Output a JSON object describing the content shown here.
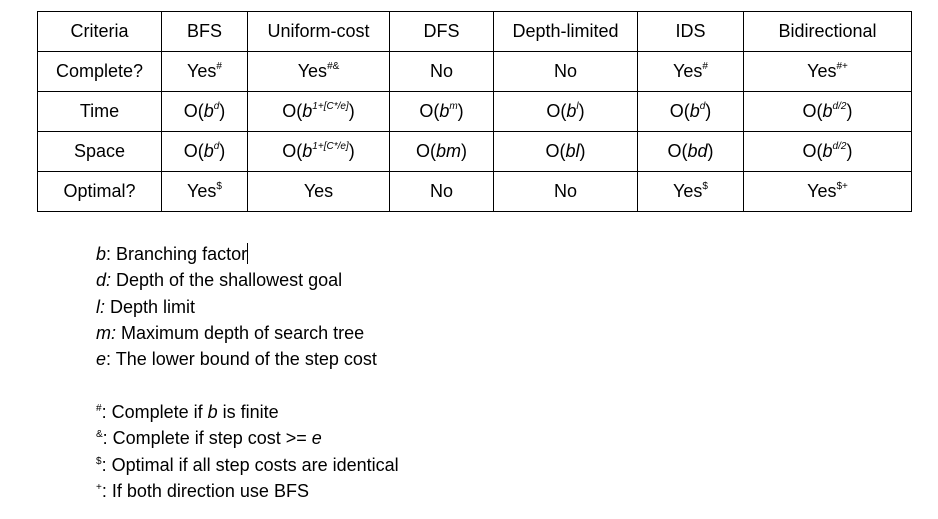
{
  "table": {
    "header": [
      "Criteria",
      "BFS",
      "Uniform-cost",
      "DFS",
      "Depth-limited",
      "IDS",
      "Bidirectional"
    ],
    "rows": [
      {
        "label": "Complete?",
        "cells": [
          {
            "t": "Yes",
            "sup": "#"
          },
          {
            "t": "Yes",
            "sup": "#&"
          },
          {
            "t": "No"
          },
          {
            "t": "No"
          },
          {
            "t": "Yes",
            "sup": "#"
          },
          {
            "t": "Yes",
            "sup": "#+"
          }
        ]
      },
      {
        "label": "Time",
        "cells": [
          {
            "pre": "O(",
            "var": "b",
            "sup": "d",
            "post": ")"
          },
          {
            "pre": "O(",
            "var": "b",
            "sup": "1+[C*/e]",
            "post": ")"
          },
          {
            "pre": "O(",
            "var": "b",
            "sup": "m",
            "post": ")"
          },
          {
            "pre": "O(",
            "var": "b",
            "sup": "l",
            "post": ")"
          },
          {
            "pre": "O(",
            "var": "b",
            "sup": "d",
            "post": ")"
          },
          {
            "pre": "O(",
            "var": "b",
            "sup": "d/2",
            "post": ")"
          }
        ]
      },
      {
        "label": "Space",
        "cells": [
          {
            "pre": "O(",
            "var": "b",
            "sup": "d",
            "post": ")"
          },
          {
            "pre": "O(",
            "var": "b",
            "sup": "1+[C*/e]",
            "post": ")"
          },
          {
            "pre": "O(",
            "var": "bm",
            "post": ")"
          },
          {
            "pre": "O(",
            "var": "bl",
            "post": ")"
          },
          {
            "pre": "O(",
            "var": "bd",
            "post": ")"
          },
          {
            "pre": "O(",
            "var": "b",
            "sup": "d/2",
            "post": ")"
          }
        ]
      },
      {
        "label": "Optimal?",
        "cells": [
          {
            "t": "Yes",
            "sup": "$"
          },
          {
            "t": "Yes"
          },
          {
            "t": "No"
          },
          {
            "t": "No"
          },
          {
            "t": "Yes",
            "sup": "$"
          },
          {
            "t": "Yes",
            "sup": "$+"
          }
        ]
      }
    ]
  },
  "legend": [
    {
      "var": "b",
      "text": ": Branching factor"
    },
    {
      "var": "d:",
      "text": " Depth of the shallowest goal"
    },
    {
      "var": "l:",
      "text": " Depth limit"
    },
    {
      "var": "m:",
      "text": " Maximum depth of search tree"
    },
    {
      "var": "e",
      "text": ": The lower bound of the step cost"
    }
  ],
  "notes": [
    {
      "sym": "#",
      "parts": [
        {
          "t": ": Complete if "
        },
        {
          "v": "b"
        },
        {
          "t": " is finite"
        }
      ]
    },
    {
      "sym": "&",
      "parts": [
        {
          "t": ": Complete if step cost >= "
        },
        {
          "v": "e"
        }
      ]
    },
    {
      "sym": "$",
      "parts": [
        {
          "t": ": Optimal if all step costs are identical"
        }
      ]
    },
    {
      "sym": "+",
      "parts": [
        {
          "t": ": If both direction use BFS"
        }
      ]
    }
  ]
}
